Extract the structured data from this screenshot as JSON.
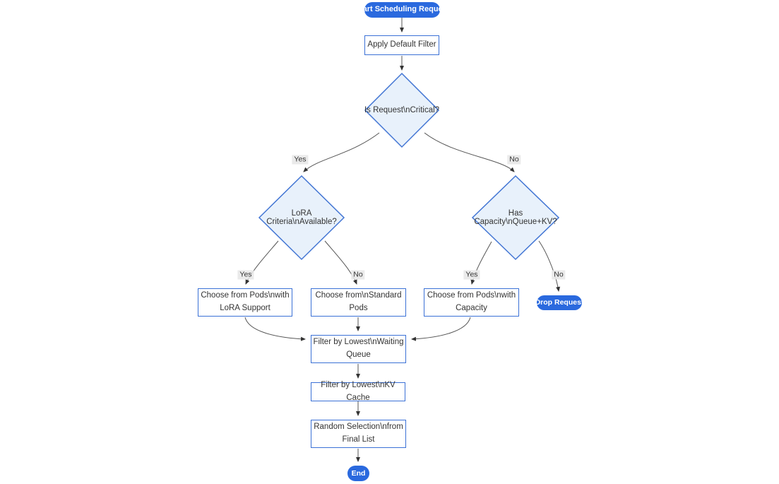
{
  "diagram_type": "flowchart",
  "nodes": {
    "start": {
      "label": "Start Scheduling Request",
      "shape": "stadium"
    },
    "apply_default_filter": {
      "label": "Apply Default Filter",
      "shape": "rect"
    },
    "is_critical": {
      "label": "Is Request\\nCritical?",
      "shape": "diamond"
    },
    "lora_criteria": {
      "label": "LoRA Criteria\\nAvailable?",
      "shape": "diamond"
    },
    "has_capacity": {
      "label": "Has Capacity\\nQueue+KV?",
      "shape": "diamond"
    },
    "choose_lora_pods": {
      "label": "Choose from Pods\\nwith\nLoRA Support",
      "shape": "rect"
    },
    "choose_standard_pods": {
      "label": "Choose from\\nStandard\nPods",
      "shape": "rect"
    },
    "choose_capacity_pods": {
      "label": "Choose from Pods\\nwith\nCapacity",
      "shape": "rect"
    },
    "drop_request": {
      "label": "Drop Request",
      "shape": "stadium"
    },
    "filter_waiting_queue": {
      "label": "Filter by Lowest\\nWaiting\nQueue",
      "shape": "rect"
    },
    "filter_kv_cache": {
      "label": "Filter by Lowest\\nKV Cache",
      "shape": "rect"
    },
    "random_selection": {
      "label": "Random Selection\\nfrom\nFinal List",
      "shape": "rect"
    },
    "end": {
      "label": "End",
      "shape": "stadium"
    }
  },
  "edges": [
    {
      "from": "start",
      "to": "apply_default_filter",
      "label": ""
    },
    {
      "from": "apply_default_filter",
      "to": "is_critical",
      "label": ""
    },
    {
      "from": "is_critical",
      "to": "lora_criteria",
      "label": "Yes"
    },
    {
      "from": "is_critical",
      "to": "has_capacity",
      "label": "No"
    },
    {
      "from": "lora_criteria",
      "to": "choose_lora_pods",
      "label": "Yes"
    },
    {
      "from": "lora_criteria",
      "to": "choose_standard_pods",
      "label": "No"
    },
    {
      "from": "has_capacity",
      "to": "choose_capacity_pods",
      "label": "Yes"
    },
    {
      "from": "has_capacity",
      "to": "drop_request",
      "label": "No"
    },
    {
      "from": "choose_lora_pods",
      "to": "filter_waiting_queue",
      "label": ""
    },
    {
      "from": "choose_standard_pods",
      "to": "filter_waiting_queue",
      "label": ""
    },
    {
      "from": "choose_capacity_pods",
      "to": "filter_waiting_queue",
      "label": ""
    },
    {
      "from": "filter_waiting_queue",
      "to": "filter_kv_cache",
      "label": ""
    },
    {
      "from": "filter_kv_cache",
      "to": "random_selection",
      "label": ""
    },
    {
      "from": "random_selection",
      "to": "end",
      "label": ""
    }
  ],
  "colors": {
    "stadium_fill": "#2a69de",
    "stadium_text": "#ffffff",
    "rect_fill": "#ffffff",
    "rect_border": "#3b71d6",
    "decision_fill": "#e8f1fb",
    "decision_border": "#4376d4",
    "edge_line": "#555555",
    "edge_label_bg": "#e8e8e8",
    "text": "#333333"
  }
}
